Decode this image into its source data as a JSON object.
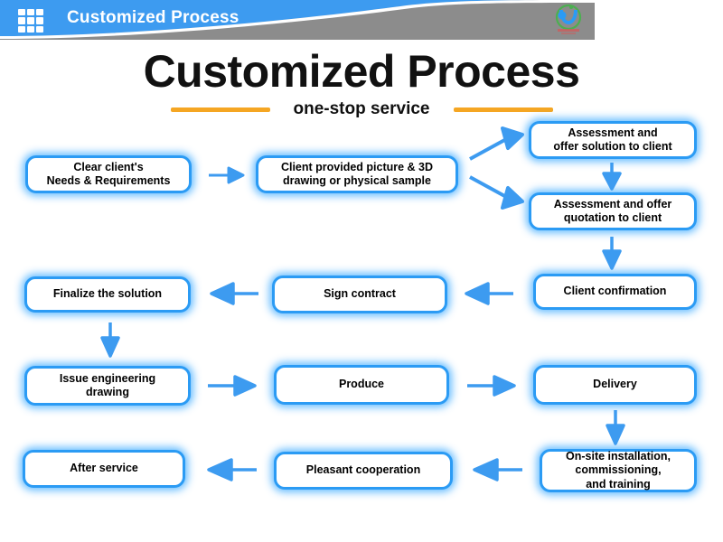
{
  "header": {
    "title": "Customized Process",
    "grid_icon": "grid-icon",
    "logo_icon": "company-logo-icon",
    "bar_color": "#3d9bf0",
    "swoosh_color": "#8c8c8c"
  },
  "title_block": {
    "title": "Customized Process",
    "subtitle": "one-stop service",
    "rule_color": "#f5a623"
  },
  "flow": {
    "box_border_color": "#2b9bf4",
    "arrow_color": "#3d9bf0",
    "nodes": [
      {
        "id": "clear-needs",
        "label": "Clear client's\nNeeds & Requirements"
      },
      {
        "id": "client-provided",
        "label": "Client provided picture & 3D\ndrawing or physical sample"
      },
      {
        "id": "assessment-solution",
        "label": "Assessment and\noffer solution to client"
      },
      {
        "id": "assessment-quotation",
        "label": "Assessment and offer\nquotation to client"
      },
      {
        "id": "client-confirmation",
        "label": "Client confirmation"
      },
      {
        "id": "sign-contract",
        "label": "Sign contract"
      },
      {
        "id": "finalize-solution",
        "label": "Finalize the solution"
      },
      {
        "id": "issue-drawing",
        "label": "Issue engineering\ndrawing"
      },
      {
        "id": "produce",
        "label": "Produce"
      },
      {
        "id": "delivery",
        "label": "Delivery"
      },
      {
        "id": "onsite-installation",
        "label": "On-site installation,\ncommissioning,\nand training"
      },
      {
        "id": "pleasant-cooperation",
        "label": "Pleasant cooperation"
      },
      {
        "id": "after-service",
        "label": "After service"
      }
    ],
    "connectors": [
      {
        "id": "clear-to-provided",
        "direction": "right"
      },
      {
        "id": "provided-to-solution",
        "direction": "up-right"
      },
      {
        "id": "provided-to-quotation",
        "direction": "down-right"
      },
      {
        "id": "solution-to-quotation",
        "direction": "down"
      },
      {
        "id": "quotation-to-confirmation",
        "direction": "down"
      },
      {
        "id": "confirmation-to-contract",
        "direction": "left"
      },
      {
        "id": "contract-to-finalize",
        "direction": "left"
      },
      {
        "id": "finalize-to-drawing",
        "direction": "down"
      },
      {
        "id": "drawing-to-produce",
        "direction": "right"
      },
      {
        "id": "produce-to-delivery",
        "direction": "right"
      },
      {
        "id": "delivery-to-onsite",
        "direction": "down"
      },
      {
        "id": "onsite-to-cooperation",
        "direction": "left"
      },
      {
        "id": "cooperation-to-after",
        "direction": "left"
      }
    ]
  }
}
